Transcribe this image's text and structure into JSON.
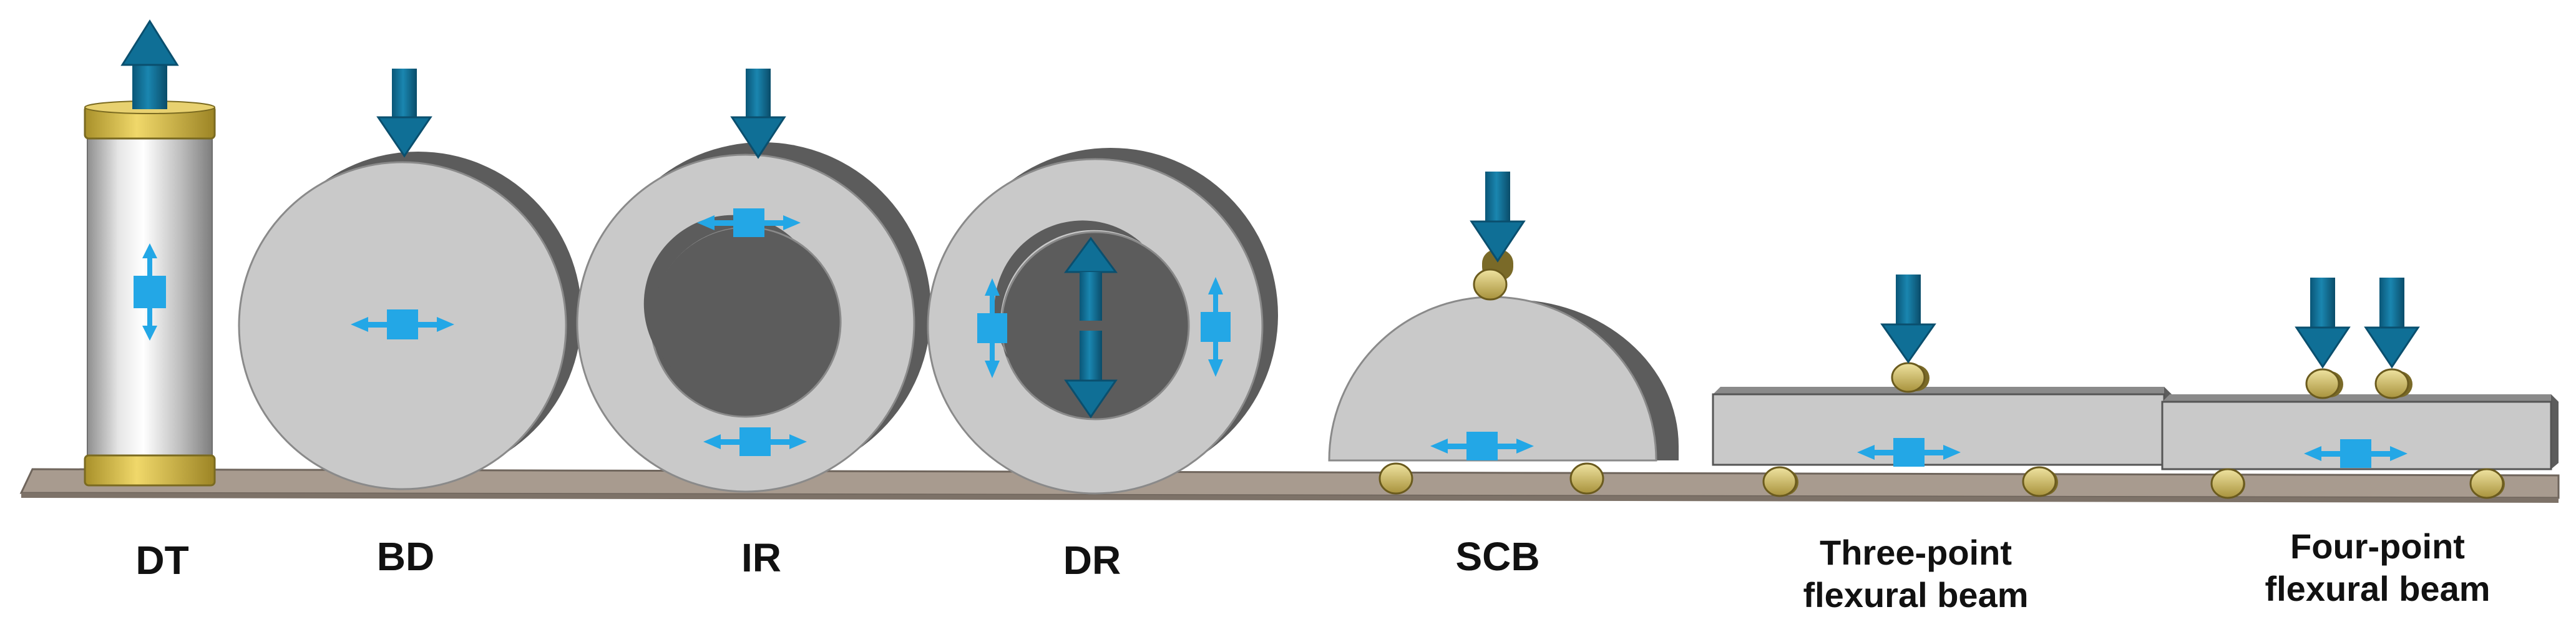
{
  "colors": {
    "specimen_face": "#c9c9c9",
    "specimen_shadow": "#5c5c5c",
    "load_arrow": "#0f6f96",
    "load_arrow_dark": "#0a4f6e",
    "stress_marker": "#23a7e6",
    "roller": "#c9b45a",
    "cylinder_cap": "#d2b637",
    "cylinder_body": "#d3d3d3",
    "base_plate": "#a89b8f",
    "text": "#111111"
  },
  "icons": {
    "load_arrow": "load-arrow-icon",
    "stress_marker": "stress-marker-icon",
    "support_roller": "support-roller-icon"
  },
  "specimens": [
    {
      "id": "dt",
      "label": "DT"
    },
    {
      "id": "bd",
      "label": "BD"
    },
    {
      "id": "ir",
      "label": "IR"
    },
    {
      "id": "dr",
      "label": "DR"
    },
    {
      "id": "scb",
      "label": "SCB"
    },
    {
      "id": "tpb",
      "label_line1": "Three-point",
      "label_line2": "flexural beam"
    },
    {
      "id": "fpb",
      "label_line1": "Four-point",
      "label_line2": "flexural beam"
    }
  ]
}
